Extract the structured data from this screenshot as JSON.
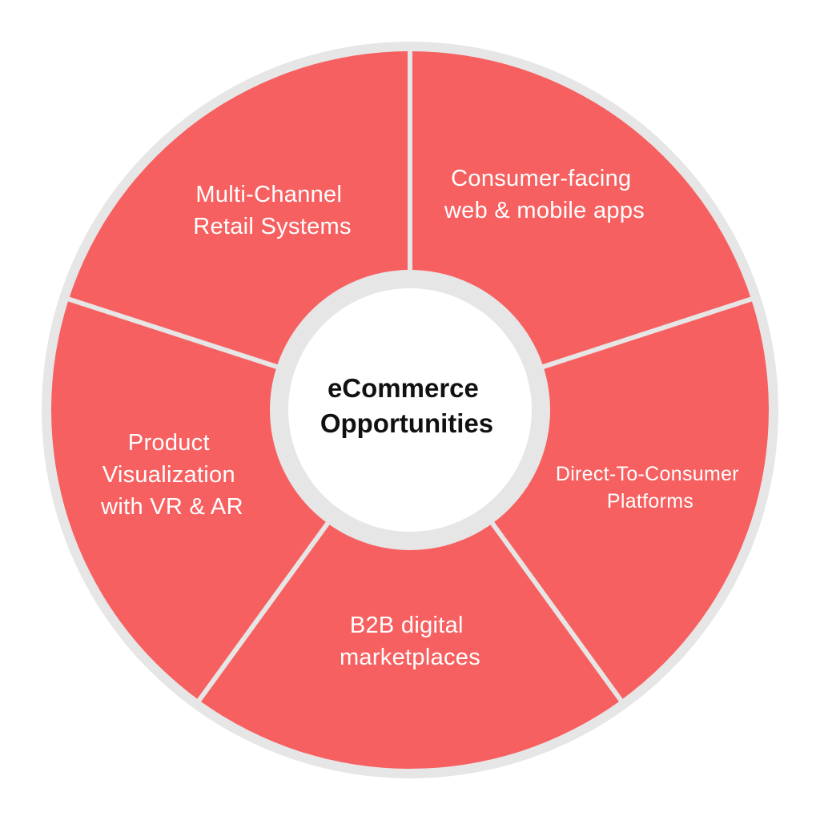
{
  "diagram": {
    "center": {
      "lines": [
        "eCommerce",
        "Opportunities"
      ]
    },
    "segments": [
      {
        "lines": [
          "Consumer-facing",
          "web & mobile apps"
        ]
      },
      {
        "lines": [
          "Direct-To-Consumer",
          "Platforms"
        ]
      },
      {
        "lines": [
          "B2B digital",
          "marketplaces"
        ]
      },
      {
        "lines": [
          "Product",
          "Visualization",
          "with VR & AR"
        ]
      },
      {
        "lines": [
          "Multi-Channel",
          "Retail Systems"
        ]
      }
    ],
    "colors": {
      "segment_fill": "#f76060",
      "ring": "#e6e6e6",
      "divider": "#e6e6e6",
      "center_fill": "#ffffff",
      "center_text": "#111111",
      "segment_text": "#ffffff"
    }
  }
}
